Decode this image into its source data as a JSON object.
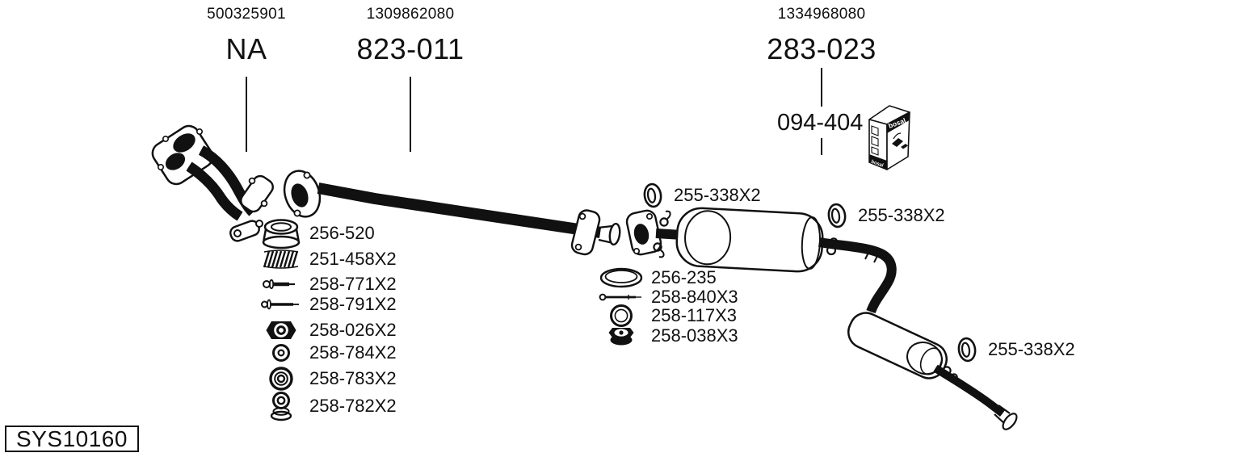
{
  "colors": {
    "ink": "#111111",
    "paper": "#ffffff"
  },
  "system_code": "SYS10160",
  "header_groups": [
    {
      "oe_ref": "500325901",
      "part": "NA"
    },
    {
      "oe_ref": "1309862080",
      "part": "823-011"
    },
    {
      "oe_ref": "1334968080",
      "part": "283-023"
    }
  ],
  "fitting_kit": {
    "part": "094-404",
    "brand": "bosal",
    "icon": "parts-box-icon"
  },
  "front_parts": [
    {
      "icon": "cone-gasket-icon",
      "label": "256-520"
    },
    {
      "icon": "coil-spring-icon",
      "label": "251-458X2"
    },
    {
      "icon": "bolt-short-icon",
      "label": "258-771X2"
    },
    {
      "icon": "bolt-long-icon",
      "label": "258-791X2"
    },
    {
      "icon": "hex-nut-icon",
      "label": "258-026X2"
    },
    {
      "icon": "washer-small-icon",
      "label": "258-784X2"
    },
    {
      "icon": "washer-large-icon",
      "label": "258-783X2"
    },
    {
      "icon": "rubber-mount-icon",
      "label": "258-782X2"
    }
  ],
  "junction_parts": [
    {
      "icon": "oval-gasket-icon",
      "label": "256-235"
    },
    {
      "icon": "long-bolt-icon",
      "label": "258-840X3"
    },
    {
      "icon": "ring-washer-icon",
      "label": "258-117X3"
    },
    {
      "icon": "flange-nut-icon",
      "label": "258-038X3"
    }
  ],
  "hanger_rings": [
    {
      "icon": "o-ring-icon",
      "label": "255-338X2"
    },
    {
      "icon": "o-ring-icon",
      "label": "255-338X2"
    },
    {
      "icon": "o-ring-icon",
      "label": "255-338X2"
    }
  ]
}
